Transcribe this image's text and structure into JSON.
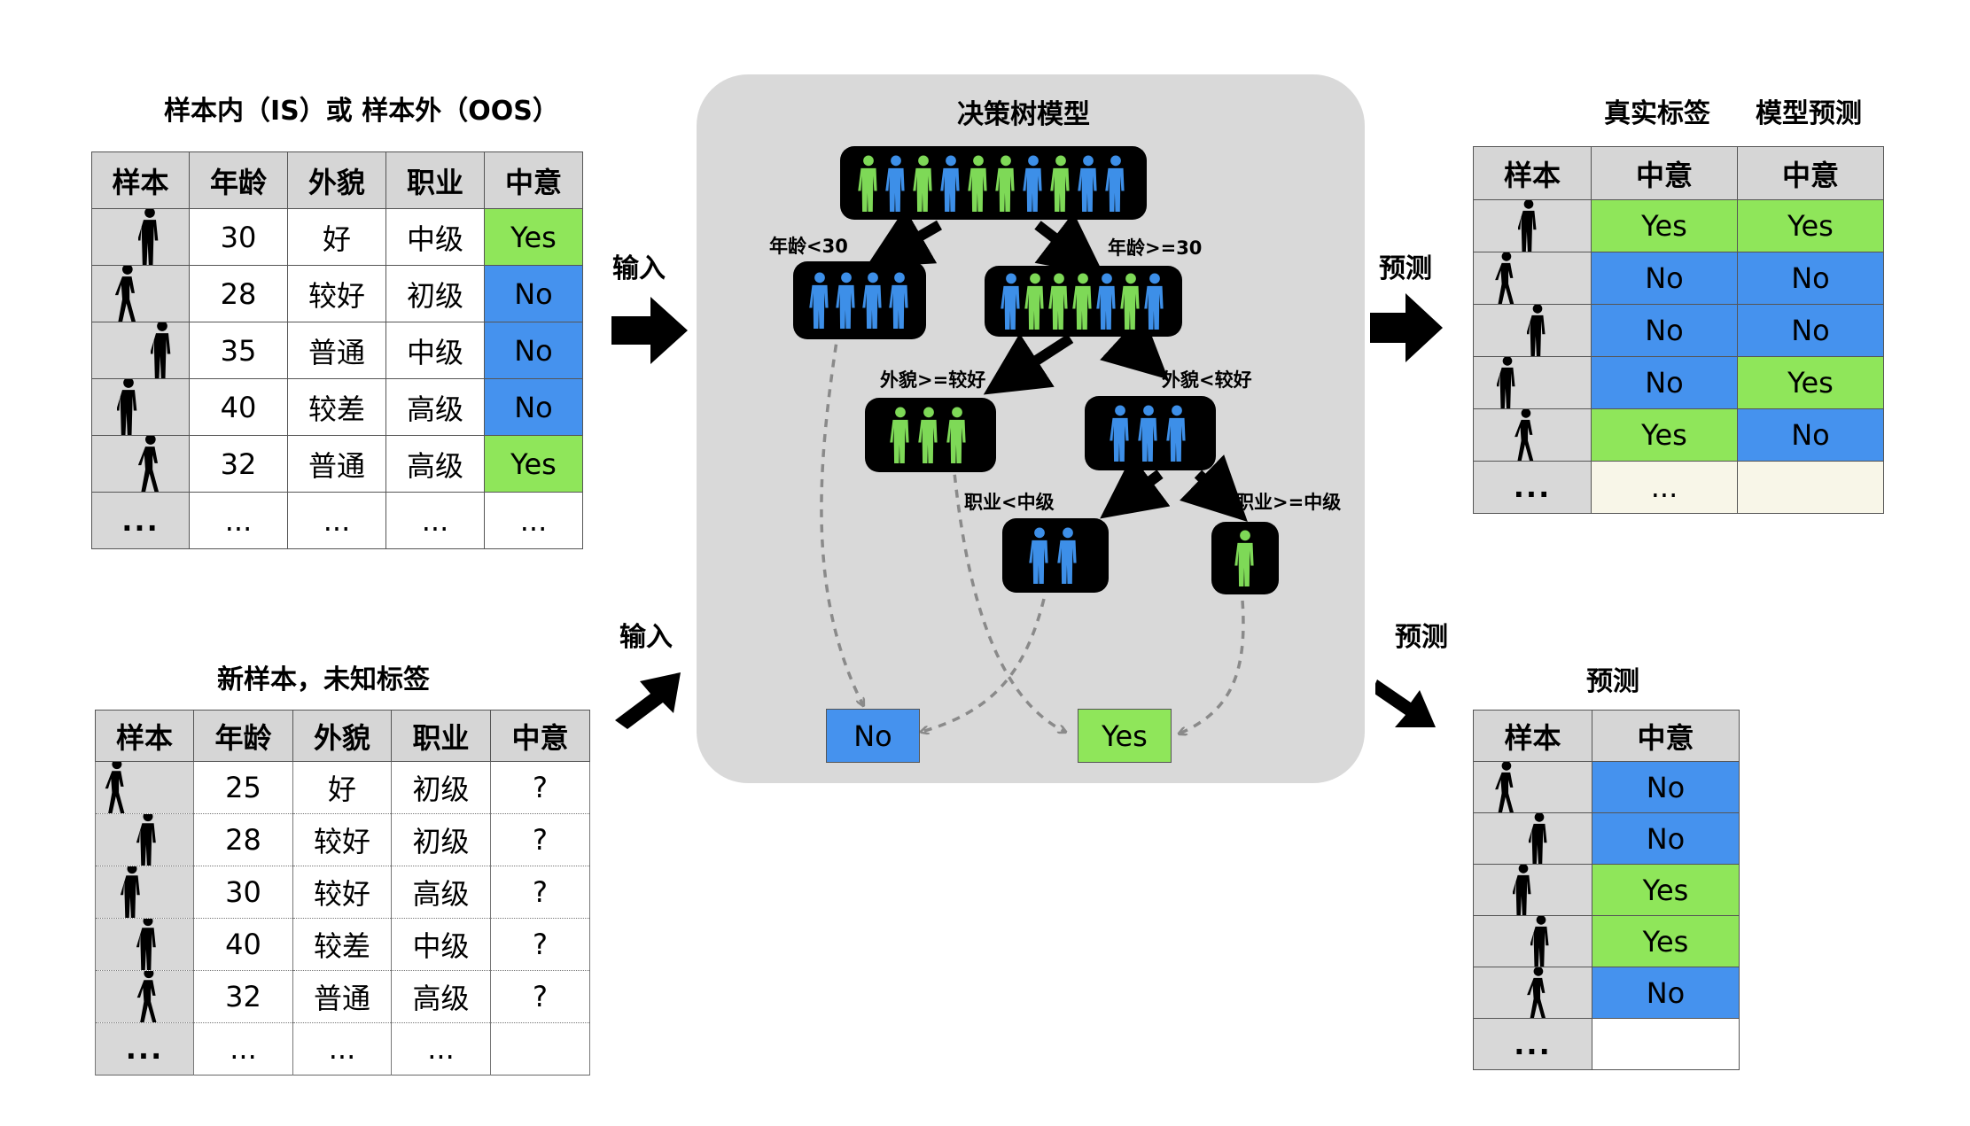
{
  "colors": {
    "yes": "#8fe65a",
    "no": "#4592ee",
    "panel": "#d9d9d9"
  },
  "is_oos_table": {
    "title": "样本内（IS）或 样本外（OOS）",
    "headers": [
      "样本",
      "年龄",
      "外貌",
      "职业",
      "中意"
    ],
    "rows": [
      {
        "age": "30",
        "look": "好",
        "job": "中级",
        "label": "Yes"
      },
      {
        "age": "28",
        "look": "较好",
        "job": "初级",
        "label": "No"
      },
      {
        "age": "35",
        "look": "普通",
        "job": "中级",
        "label": "No"
      },
      {
        "age": "40",
        "look": "较差",
        "job": "高级",
        "label": "No"
      },
      {
        "age": "32",
        "look": "普通",
        "job": "高级",
        "label": "Yes"
      },
      {
        "sample": "...",
        "age": "...",
        "look": "...",
        "job": "...",
        "label": "..."
      }
    ]
  },
  "new_table": {
    "title": "新样本，未知标签",
    "headers": [
      "样本",
      "年龄",
      "外貌",
      "职业",
      "中意"
    ],
    "rows": [
      {
        "age": "25",
        "look": "好",
        "job": "初级",
        "label": "?"
      },
      {
        "age": "28",
        "look": "较好",
        "job": "初级",
        "label": "?"
      },
      {
        "age": "30",
        "look": "较好",
        "job": "高级",
        "label": "?"
      },
      {
        "age": "40",
        "look": "较差",
        "job": "中级",
        "label": "?"
      },
      {
        "age": "32",
        "look": "普通",
        "job": "高级",
        "label": "?"
      },
      {
        "sample": "...",
        "age": "...",
        "look": "...",
        "job": "...",
        "label": ""
      }
    ]
  },
  "model": {
    "title": "决策树模型",
    "conditions": {
      "age_lt": "年龄<30",
      "age_ge": "年龄>=30",
      "look_ge": "外貌>=较好",
      "look_lt": "外貌<较好",
      "job_lt": "职业<中级",
      "job_ge": "职业>=中级"
    },
    "leaves": {
      "no": "No",
      "yes": "Yes"
    }
  },
  "arrows": {
    "input_top": "输入",
    "input_bottom": "输入",
    "predict_top": "预测",
    "predict_bottom": "预测"
  },
  "compare_table": {
    "title_true": "真实标签",
    "title_pred": "模型预测",
    "headers": [
      "样本",
      "中意",
      "中意"
    ],
    "rows": [
      {
        "true": "Yes",
        "pred": "Yes"
      },
      {
        "true": "No",
        "pred": "No"
      },
      {
        "true": "No",
        "pred": "No"
      },
      {
        "true": "No",
        "pred": "Yes"
      },
      {
        "true": "Yes",
        "pred": "No"
      },
      {
        "sample": "...",
        "true": "...",
        "pred": ""
      }
    ]
  },
  "pred_table": {
    "title": "预测",
    "headers": [
      "样本",
      "中意"
    ],
    "rows": [
      {
        "pred": "No"
      },
      {
        "pred": "No"
      },
      {
        "pred": "Yes"
      },
      {
        "pred": "Yes"
      },
      {
        "pred": "No"
      },
      {
        "sample": "...",
        "pred": ""
      }
    ]
  }
}
